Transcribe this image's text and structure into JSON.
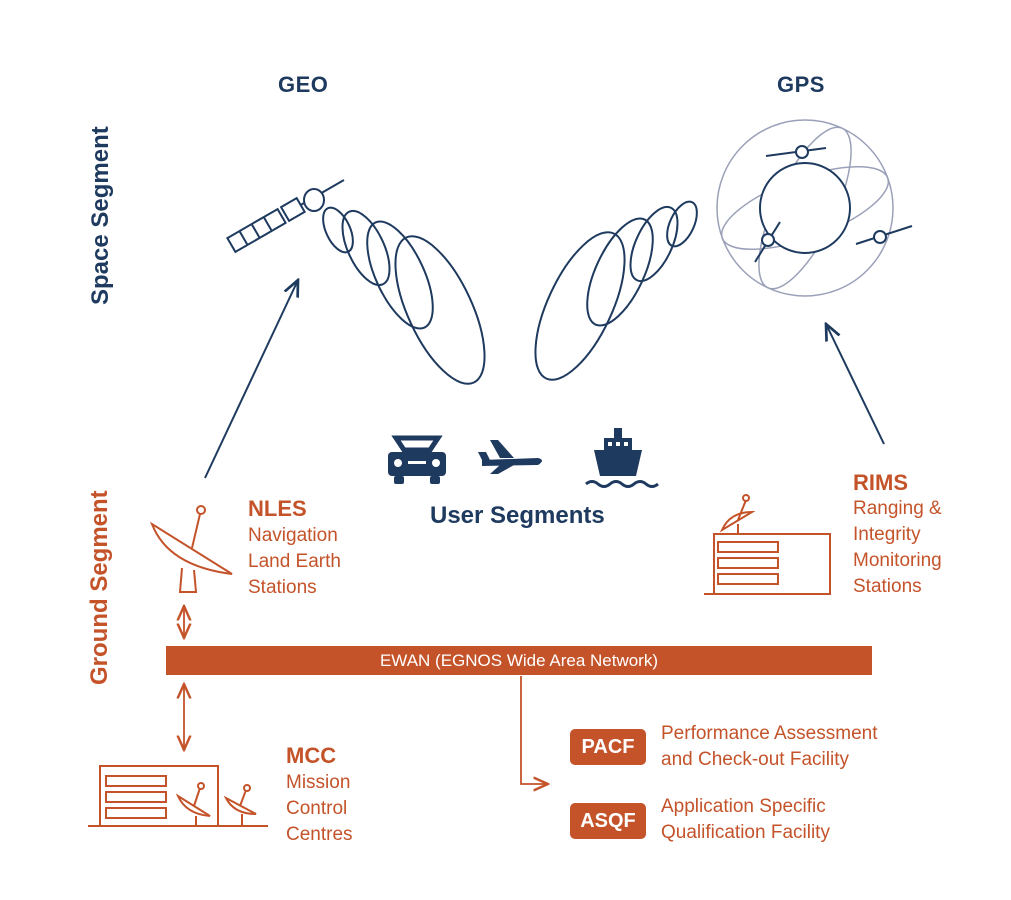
{
  "space": {
    "segment_label": "Space Segment",
    "geo_label": "GEO",
    "gps_label": "GPS"
  },
  "users": {
    "label": "User Segments",
    "icons": [
      "car-icon",
      "airplane-icon",
      "ship-icon"
    ]
  },
  "ground": {
    "segment_label": "Ground Segment",
    "nles": {
      "abbr": "NLES",
      "lines": [
        "Navigation",
        "Land Earth",
        "Stations"
      ]
    },
    "rims": {
      "abbr": "RIMS",
      "lines": [
        "Ranging &",
        "Integrity",
        "Monitoring",
        "Stations"
      ]
    },
    "mcc": {
      "abbr": "MCC",
      "lines": [
        "Mission",
        "Control",
        "Centres"
      ]
    },
    "ewan_label": "EWAN (EGNOS Wide Area Network)",
    "pacf": {
      "abbr": "PACF",
      "lines": [
        "Performance Assessment",
        "and Check-out Facility"
      ]
    },
    "asqf": {
      "abbr": "ASQF",
      "lines": [
        "Application Specific",
        "Qualification Facility"
      ]
    }
  },
  "colors": {
    "navy": "#1e3a5f",
    "rust": "#c4532a",
    "orbit": "#9aa0b8"
  }
}
